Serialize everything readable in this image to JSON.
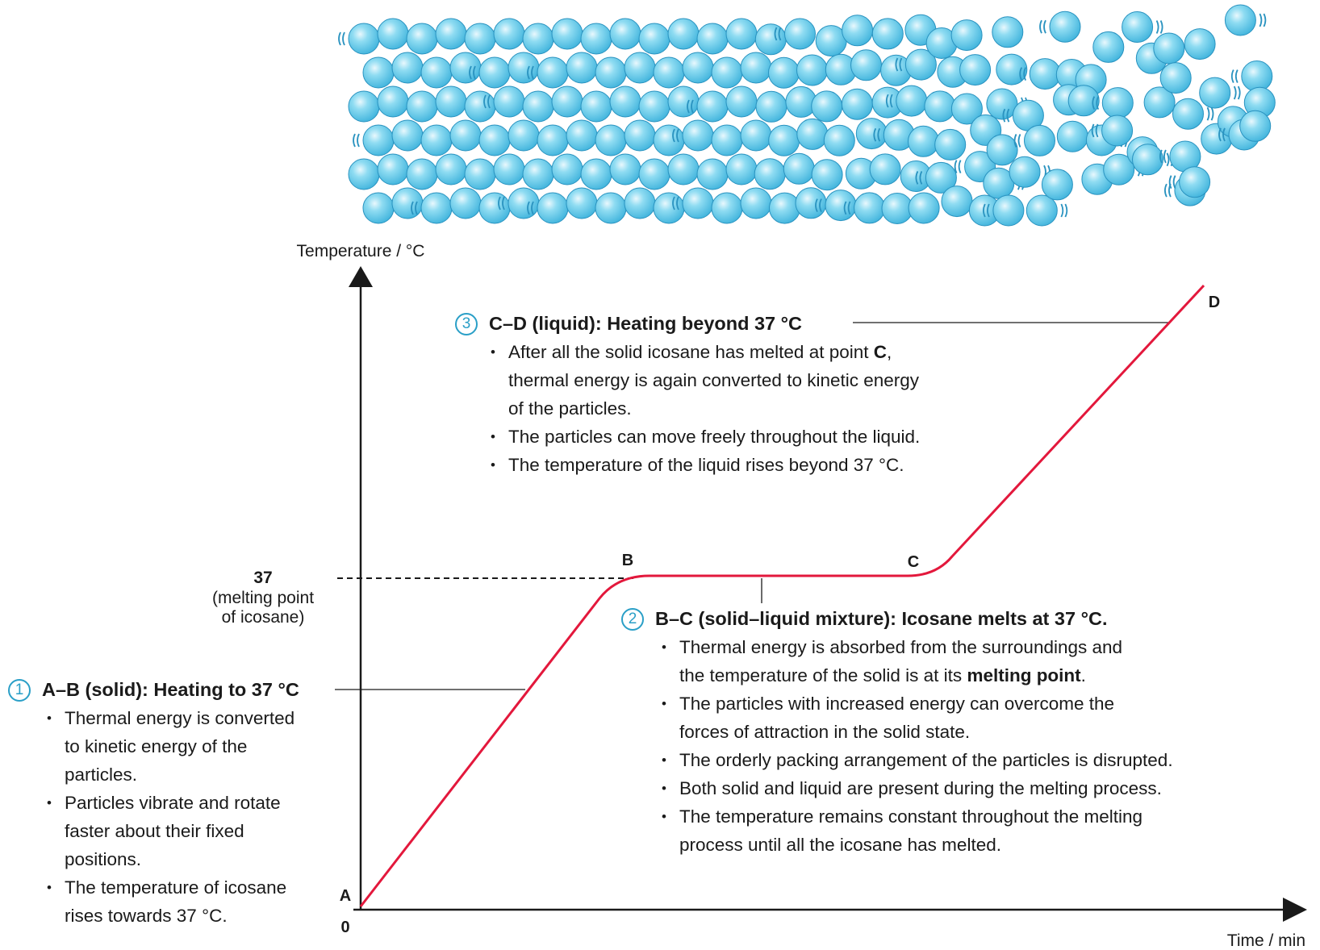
{
  "chart_data": {
    "type": "line",
    "title": "",
    "xlabel": "Time / min",
    "ylabel": "Temperature / °C",
    "origin_label": "0",
    "melting_point": {
      "value": 37,
      "label": "37",
      "note_line1": "(melting point",
      "note_line2": "of icosane)"
    },
    "points": [
      {
        "label": "A"
      },
      {
        "label": "B"
      },
      {
        "label": "C"
      },
      {
        "label": "D"
      }
    ],
    "series": [
      {
        "color": "#e3183c"
      }
    ]
  },
  "annotations": {
    "ab": {
      "number": "1",
      "title": "A–B (solid): Heating to 37 °C",
      "bullets": [
        {
          "lines": [
            "Thermal energy is converted",
            "to kinetic energy of the",
            "particles."
          ]
        },
        {
          "lines": [
            "Particles vibrate and rotate",
            "faster about their fixed",
            "positions."
          ]
        },
        {
          "lines": [
            "The temperature of icosane",
            "rises towards 37 °C."
          ]
        }
      ]
    },
    "bc": {
      "number": "2",
      "title": "B–C (solid–liquid mixture): Icosane melts at 37 °C.",
      "bullet1_line1": "Thermal energy is absorbed from the surroundings and",
      "bullet1_line2_pre": "the temperature of the solid is at its ",
      "bullet1_line2_bold": "melting point",
      "bullet1_line2_post": ".",
      "bullets": [
        {
          "lines": [
            "The particles with increased energy can overcome the",
            "forces of attraction in the solid state."
          ]
        },
        {
          "lines": [
            "The orderly packing arrangement of the particles is disrupted."
          ]
        },
        {
          "lines": [
            "Both solid and liquid are present during the melting process."
          ]
        },
        {
          "lines": [
            "The temperature remains constant throughout the melting",
            "process until all the icosane has melted."
          ]
        }
      ]
    },
    "cd": {
      "number": "3",
      "title": "C–D (liquid): Heating beyond 37 °C",
      "bullet1_line1_pre": "After all the solid icosane has melted at point ",
      "bullet1_line1_bold": "C",
      "bullet1_line1_post": ",",
      "bullet1_line2": "thermal energy is again converted to kinetic energy",
      "bullet1_line3": "of the particles.",
      "bullets": [
        {
          "lines": [
            "The particles can move freely throughout the liquid."
          ]
        },
        {
          "lines": [
            "The temperature of the liquid rises beyond 37 °C."
          ]
        }
      ]
    }
  },
  "colors": {
    "particle": "#5cc8e8",
    "particle_edge": "#2a93c0",
    "curve": "#e3183c",
    "accent": "#2a9fc7"
  }
}
